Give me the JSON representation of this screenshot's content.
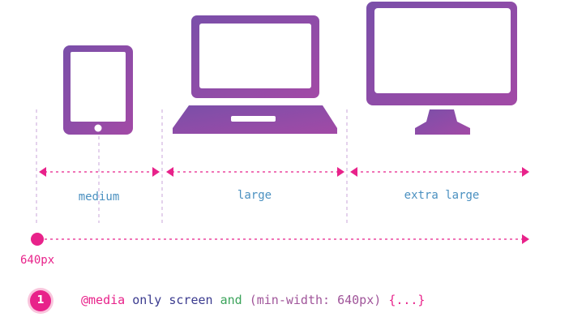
{
  "labels": {
    "medium": "medium",
    "large": "large",
    "extra_large": "extra large",
    "breakpoint": "640px"
  },
  "step": "1",
  "code": {
    "at": "@media",
    "only": "only",
    "screen": "screen",
    "and": "and",
    "query": "(min-width: 640px)",
    "body": "{...}"
  },
  "colors": {
    "accent": "#e8228a",
    "device_start": "#7b4fa8",
    "device_end": "#a34aa6",
    "label": "#4a90c0",
    "guide": "#c9a6d9"
  },
  "icons": [
    "tablet-icon",
    "laptop-icon",
    "monitor-icon"
  ]
}
